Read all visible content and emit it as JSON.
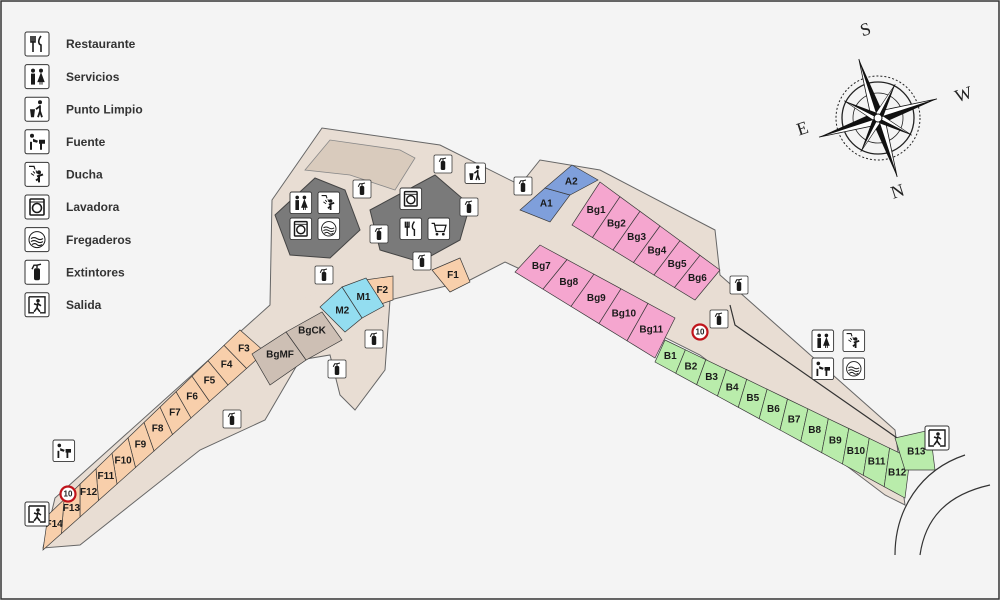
{
  "legend": [
    {
      "icon": "restaurant-icon",
      "label": "Restaurante"
    },
    {
      "icon": "restroom-icon",
      "label": "Servicios"
    },
    {
      "icon": "recycling-point-icon",
      "label": "Punto Limpio"
    },
    {
      "icon": "water-fountain-icon",
      "label": "Fuente"
    },
    {
      "icon": "shower-icon",
      "label": "Ducha"
    },
    {
      "icon": "washing-machine-icon",
      "label": "Lavadora"
    },
    {
      "icon": "sink-icon",
      "label": "Fregaderos"
    },
    {
      "icon": "fire-extinguisher-icon",
      "label": "Extintores"
    },
    {
      "icon": "exit-icon",
      "label": "Salida"
    }
  ],
  "compass": {
    "n": "N",
    "s": "S",
    "e": "E",
    "w": "W"
  },
  "speed_sign": "10",
  "stores": {
    "f": [
      "F1",
      "F2",
      "F3",
      "F4",
      "F5",
      "F6",
      "F7",
      "F8",
      "F9",
      "F10",
      "F11",
      "F12",
      "F13",
      "F14"
    ],
    "m": [
      "M1",
      "M2"
    ],
    "a": [
      "A1",
      "A2"
    ],
    "bg_upper": [
      "Bg1",
      "Bg2",
      "Bg3",
      "Bg4",
      "Bg5",
      "Bg6"
    ],
    "bg_lower": [
      "Bg7",
      "Bg8",
      "Bg9",
      "Bg10",
      "Bg11"
    ],
    "b": [
      "B1",
      "B2",
      "B3",
      "B4",
      "B5",
      "B6",
      "B7",
      "B8",
      "B9",
      "B10",
      "B11",
      "B12",
      "B13"
    ],
    "other": [
      "BgMF",
      "BgCK"
    ]
  },
  "colors": {
    "floor": "#e8ddd3",
    "f_zone": "#f8cfab",
    "m_zone": "#93ddf0",
    "a_zone": "#7f9fdb",
    "bg_zone": "#f5a6cf",
    "b_zone": "#b9ecab",
    "storage": "#cdbfb4",
    "service_block": "#7a7a7a",
    "border": "#555555"
  }
}
